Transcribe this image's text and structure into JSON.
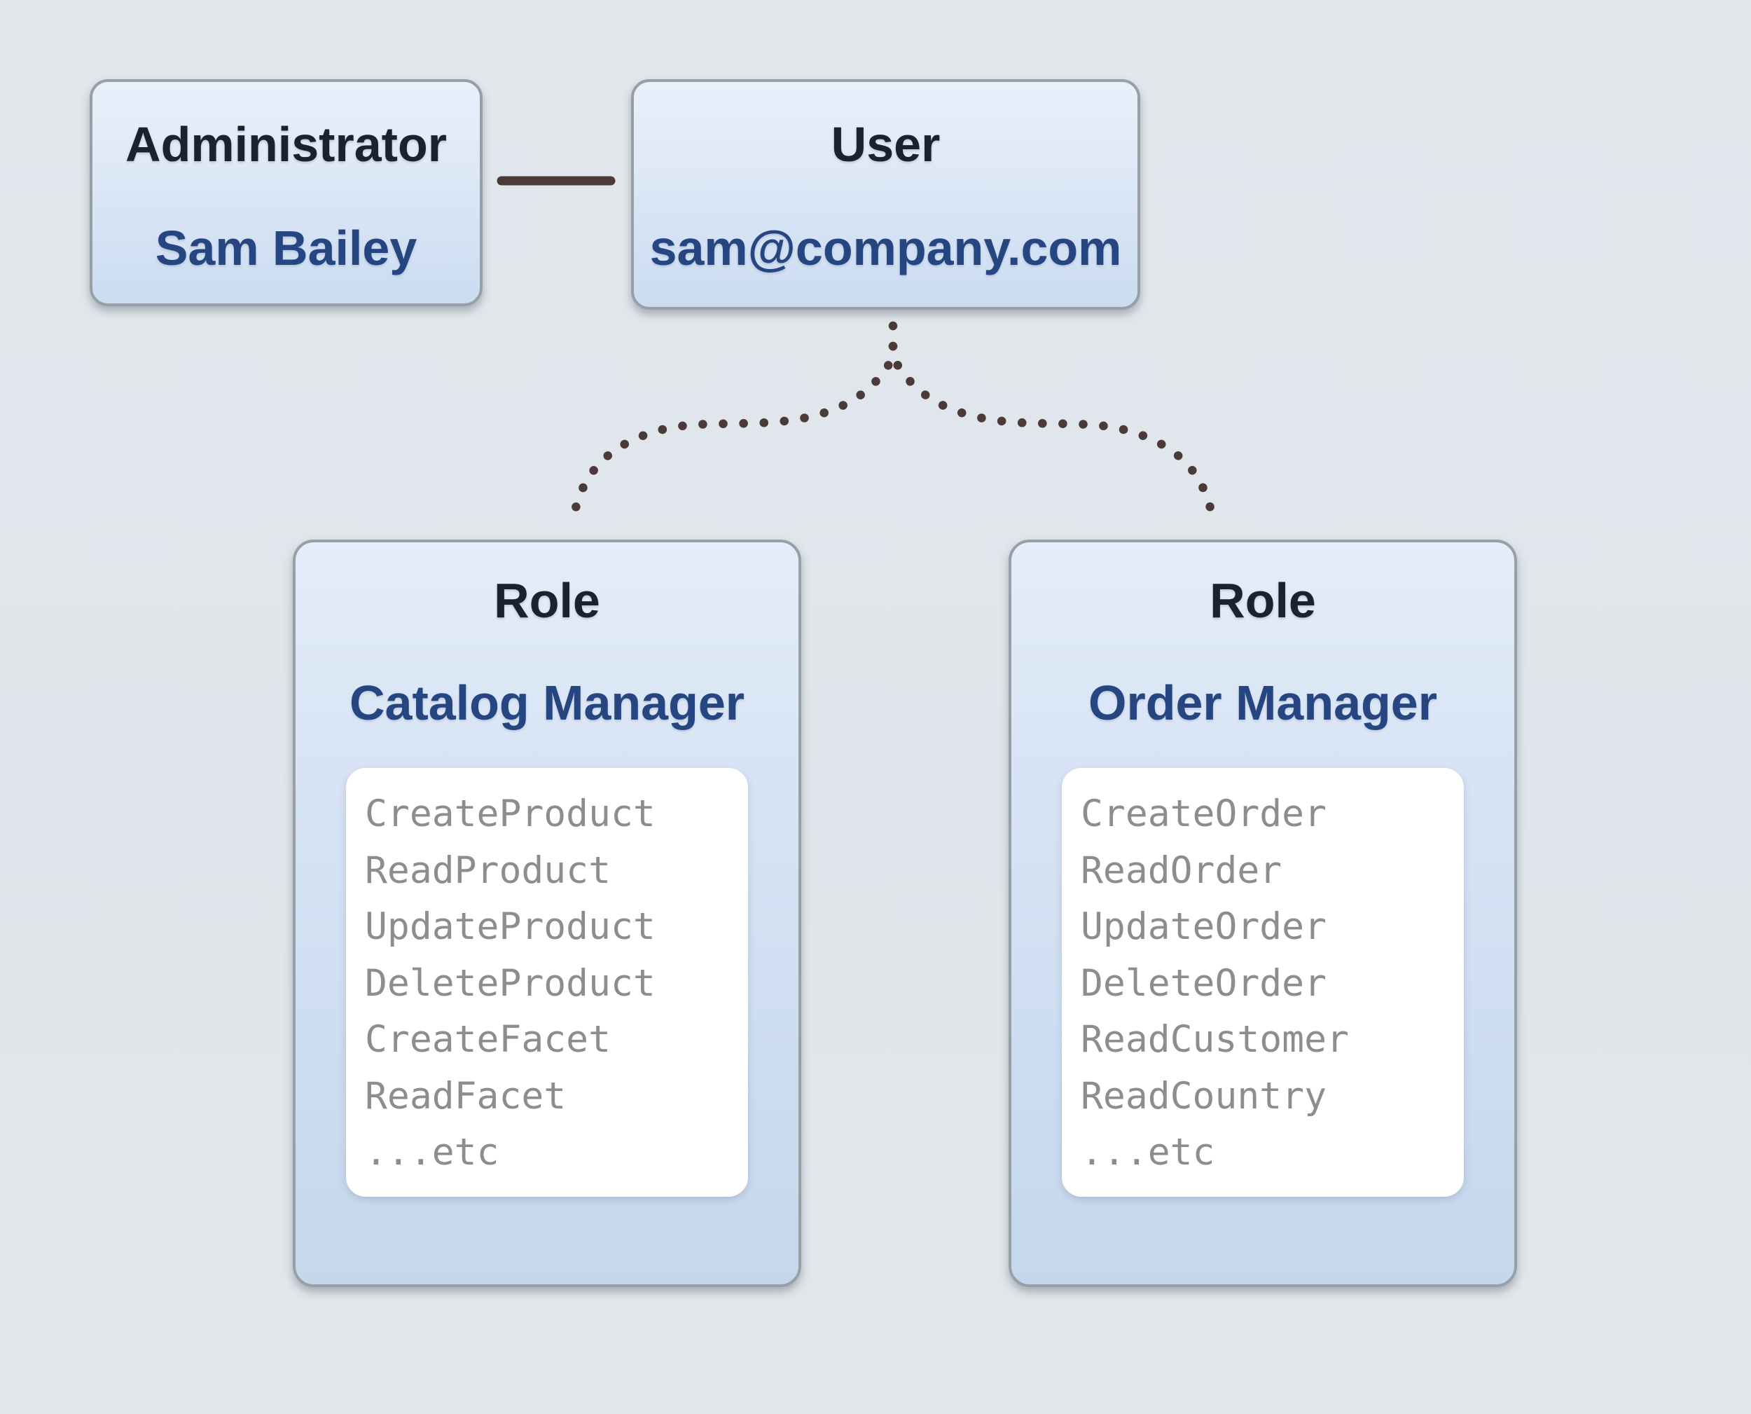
{
  "cards": {
    "administrator": {
      "title": "Administrator",
      "name": "Sam Bailey"
    },
    "user": {
      "title": "User",
      "email": "sam@company.com"
    }
  },
  "roles": [
    {
      "title": "Role",
      "name": "Catalog Manager",
      "permissions": [
        "CreateProduct",
        "ReadProduct",
        "UpdateProduct",
        "DeleteProduct",
        "CreateFacet",
        "ReadFacet",
        "...etc"
      ]
    },
    {
      "title": "Role",
      "name": "Order Manager",
      "permissions": [
        "CreateOrder",
        "ReadOrder",
        "UpdateOrder",
        "DeleteOrder",
        "ReadCustomer",
        "ReadCountry",
        "...etc"
      ]
    }
  ],
  "colors": {
    "background": "#e0e6eb",
    "card_border": "#97a0a7",
    "card_gradient_top": "#eaf0fa",
    "card_gradient_bottom": "#c4d7ed",
    "panel_background": "#ffffff",
    "title_text": "#1a2230",
    "name_text": "#254680",
    "permission_text": "#8b8d8f",
    "connector": "#4c3a38"
  }
}
